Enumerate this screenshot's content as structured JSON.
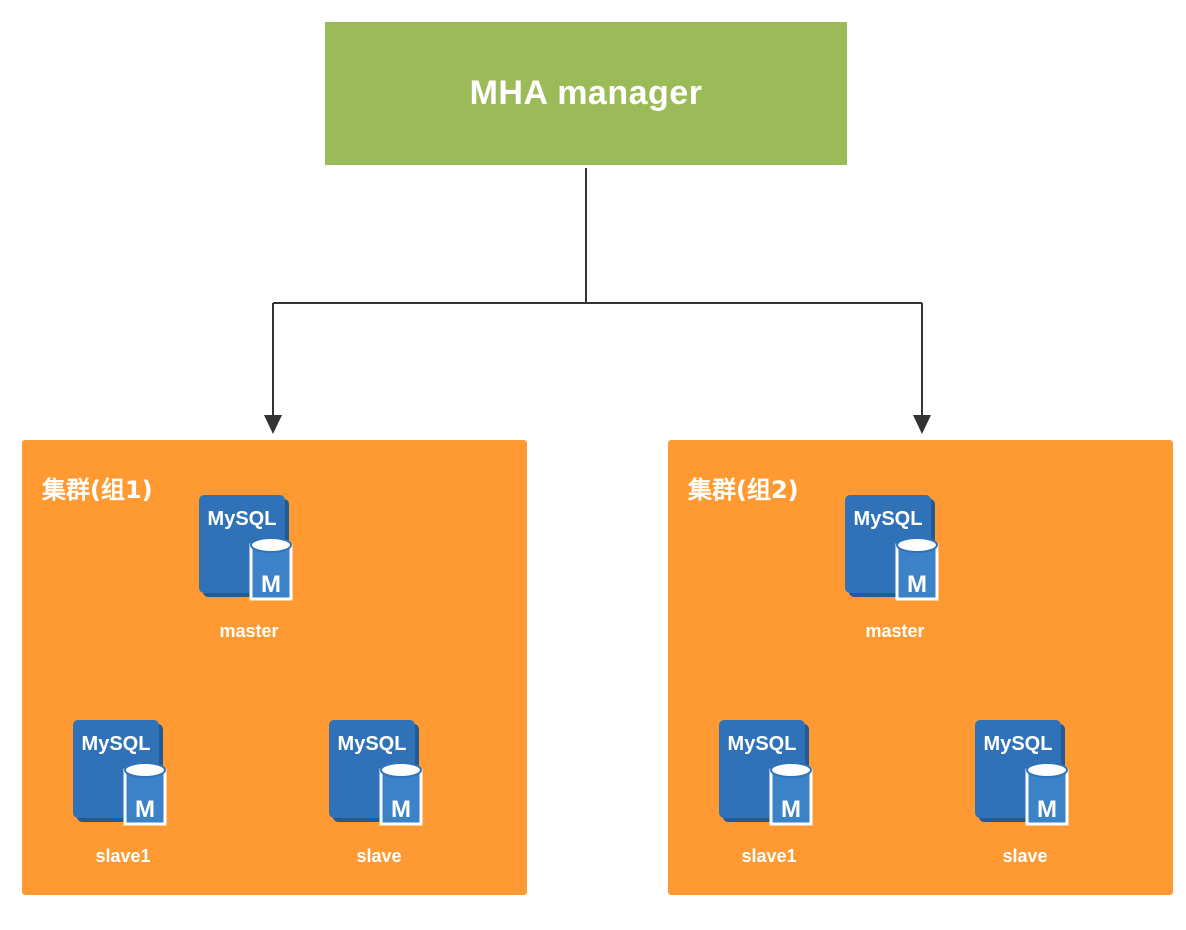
{
  "manager": {
    "title": "MHA manager",
    "color": "#9bbb59"
  },
  "connector": {
    "color": "#333333"
  },
  "clusters": [
    {
      "title": "集群(组1)",
      "color": "#ff9a32",
      "nodes": [
        {
          "icon": "mysql-master-icon",
          "icon_text": "MySQL",
          "badge": "M",
          "label": "master"
        },
        {
          "icon": "mysql-slave-icon",
          "icon_text": "MySQL",
          "badge": "M",
          "label": "slave1"
        },
        {
          "icon": "mysql-slave-icon",
          "icon_text": "MySQL",
          "badge": "M",
          "label": "slave"
        }
      ]
    },
    {
      "title": "集群(组2)",
      "color": "#ff9a32",
      "nodes": [
        {
          "icon": "mysql-master-icon",
          "icon_text": "MySQL",
          "badge": "M",
          "label": "master"
        },
        {
          "icon": "mysql-slave-icon",
          "icon_text": "MySQL",
          "badge": "M",
          "label": "slave1"
        },
        {
          "icon": "mysql-slave-icon",
          "icon_text": "MySQL",
          "badge": "M",
          "label": "slave"
        }
      ]
    }
  ],
  "icon_colors": {
    "body": "#2f72b8",
    "body_dark": "#245a94",
    "cylinder": "#3b82c6",
    "cylinder_top": "#ffffff",
    "text": "#ffffff"
  }
}
